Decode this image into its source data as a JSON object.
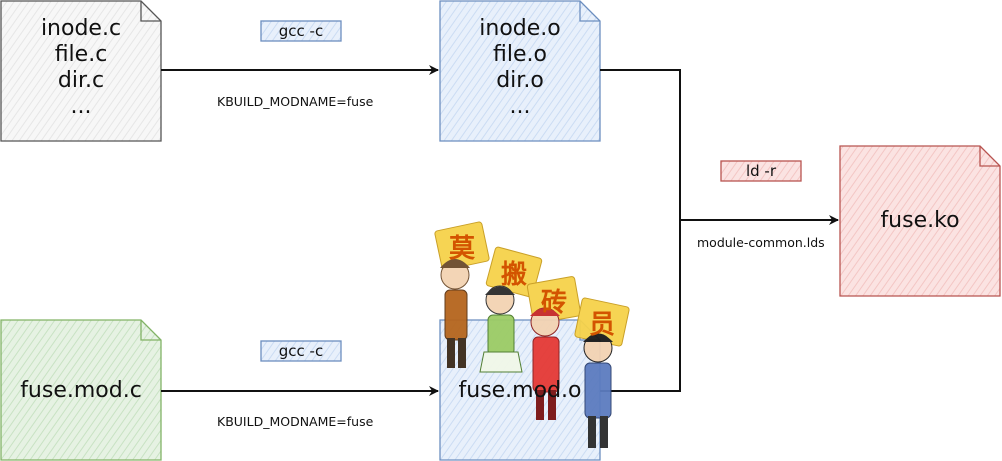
{
  "source_files": {
    "lines": [
      "inode.c",
      "file.c",
      "dir.c",
      "..."
    ],
    "fill": "#f5f5f5",
    "stroke": "#555555"
  },
  "object_files": {
    "lines": [
      "inode.o",
      "file.o",
      "dir.o",
      "..."
    ],
    "fill": "#dae8fc",
    "stroke": "#6c8ebf"
  },
  "mod_source": {
    "label": "fuse.mod.c",
    "fill": "#d5e8d4",
    "stroke": "#82b366"
  },
  "mod_object": {
    "label": "fuse.mod.o",
    "fill": "#dae8fc",
    "stroke": "#6c8ebf"
  },
  "kernel_module": {
    "label": "fuse.ko",
    "fill": "#f8cecc",
    "stroke": "#b85450"
  },
  "top_compile": {
    "cmd": "gcc -c",
    "define": "KBUILD_MODNAME=fuse"
  },
  "bottom_compile": {
    "cmd": "gcc -c",
    "define": "KBUILD_MODNAME=fuse"
  },
  "link": {
    "cmd": "ld -r",
    "script": "module-common.lds"
  },
  "watermark": {
    "text": "莫搬砖员",
    "chars": [
      "莫",
      "搬",
      "砖",
      "员"
    ]
  },
  "colors": {
    "arrow": "#111111",
    "blue_tag": "#6c8ebf",
    "red_tag": "#b85450"
  }
}
